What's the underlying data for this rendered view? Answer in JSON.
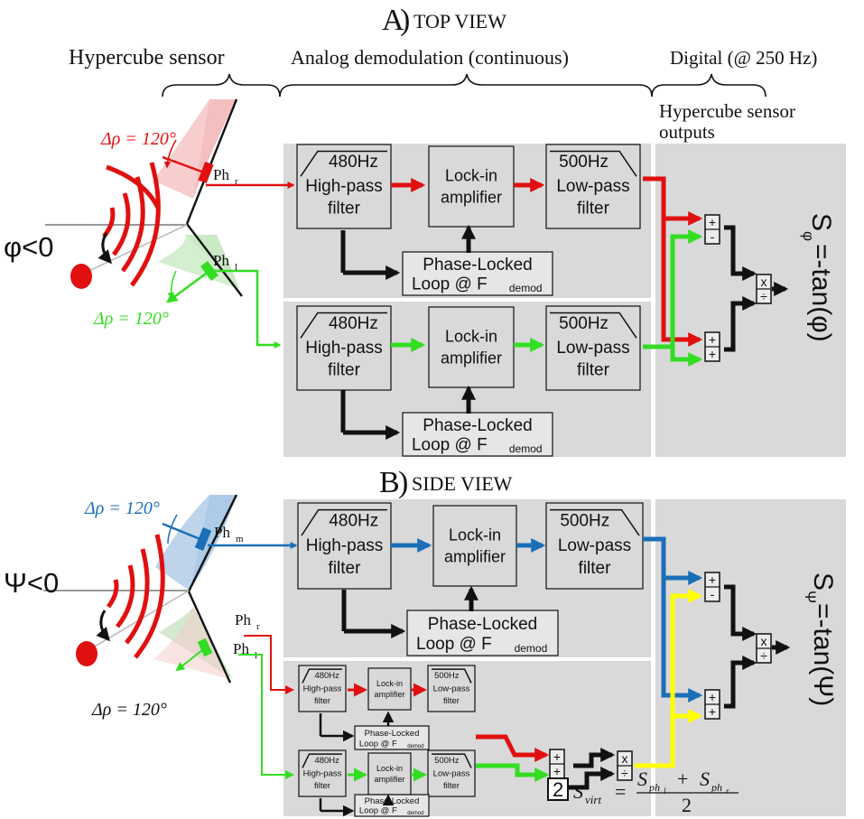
{
  "section_top": {
    "letter": "A",
    "title": "TOP VIEW"
  },
  "section_side": {
    "letter": "B",
    "title": "SIDE VIEW"
  },
  "columns": {
    "sensor": "Hypercube sensor",
    "analog": "Analog demodulation (continuous)",
    "digital": "Digital (@ 250 Hz)",
    "outputs_line1": "Hypercube sensor",
    "outputs_line2": "outputs"
  },
  "blocks": {
    "hp_freq": "480Hz",
    "hp_line1": "High-pass",
    "hp_line2": "filter",
    "lockin_line1": "Lock-in",
    "lockin_line2": "amplifier",
    "lp_freq": "500Hz",
    "lp_line1": "Low-pass",
    "lp_line2": "filter",
    "pll_line1": "Phase-Locked",
    "pll_line2": "Loop @ F",
    "pll_sub": "demod"
  },
  "sensors": {
    "ph": "Ph",
    "sub_r": "r",
    "sub_l": "l",
    "sub_m": "m",
    "delta_rho": "Δρ = 120°"
  },
  "angles": {
    "top": "φ<0",
    "side": "Ψ<0"
  },
  "ops": {
    "plus": "+",
    "minus": "-",
    "times": "x",
    "divide": "÷",
    "two": "2"
  },
  "outputs": {
    "top_S": "S",
    "top_sub": "φ",
    "top_rhs": "=-tan(φ)",
    "side_S": "S",
    "side_sub": "Ψ",
    "side_rhs": "=-tan(Ψ)"
  },
  "formula": {
    "lhs": "S",
    "lhs_sub": "virt",
    "eq": "=",
    "num": "S",
    "num_sub1": "ph",
    "num_sub1b": "l",
    "plus": "+",
    "num_sub2": "ph",
    "num_sub2b": "r",
    "den": "2"
  },
  "colors": {
    "red": "#e01010",
    "green": "#33dd22",
    "blue": "#1a6fb8",
    "yellow": "#ffff00",
    "black": "#111111",
    "panel": "#d9d9d9"
  }
}
